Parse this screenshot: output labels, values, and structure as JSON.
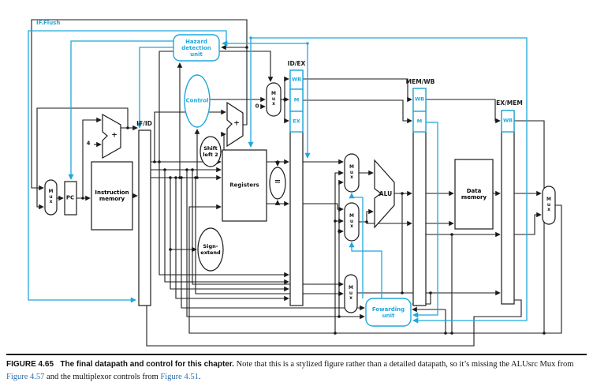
{
  "labels": {
    "if_flush": "IF.Flush",
    "hazard_l1": "Hazard",
    "hazard_l2": "detection",
    "hazard_l3": "unit",
    "control": "Control",
    "mux_m": "M",
    "mux_u": "u",
    "mux_x": "x",
    "zero": "0",
    "four": "4",
    "plus": "+",
    "pc": "PC",
    "instr_l1": "Instruction",
    "instr_l2": "memory",
    "if_id": "IF/ID",
    "id_ex": "ID/EX",
    "mem_wb": "MEM/WB",
    "ex_mem": "EX/MEM",
    "wb": "WB",
    "m": "M",
    "ex": "EX",
    "registers": "Registers",
    "equals": "=",
    "shift_l1": "Shift",
    "shift_l2": "left 2",
    "sign_l1": "Sign-",
    "sign_l2": "extend",
    "alu": "ALU",
    "data_l1": "Data",
    "data_l2": "memory",
    "fwd_l1": "Fowarding",
    "fwd_l2": "unit"
  },
  "figure": {
    "caption_label": "FIGURE 4.65",
    "caption_title": "The final datapath and control for this chapter.",
    "note_1": " Note that this is a stylized figure rather than a detailed datapath, so it’s missing the ALUsrc Mux from ",
    "link_1": "Figure 4.57",
    "note_2": " and the multiplexor controls from ",
    "link_2": "Figure 4.51",
    "note_3": "."
  },
  "colors": {
    "accent_cyan": "#1fa8dc",
    "line_black": "#1a1a1a",
    "link_blue": "#2e6fad"
  }
}
